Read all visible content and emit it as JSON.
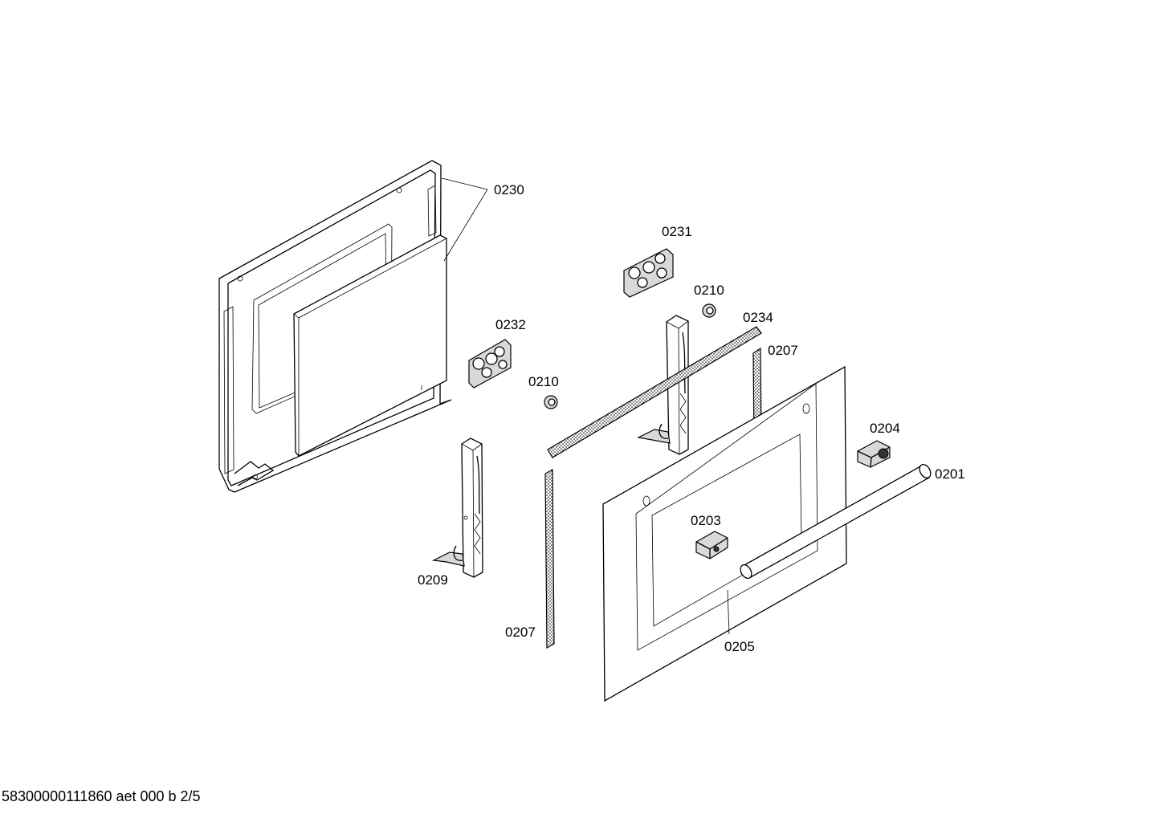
{
  "labels": {
    "l0230": "0230",
    "l0231": "0231",
    "l0232": "0232",
    "l0210a": "0210",
    "l0210b": "0210",
    "l0234": "0234",
    "l0207a": "0207",
    "l0207b": "0207",
    "l0204": "0204",
    "l0201": "0201",
    "l0203": "0203",
    "l0209": "0209",
    "l0205": "0205"
  },
  "footer": "58300000111860 aet 000 b 2/5"
}
